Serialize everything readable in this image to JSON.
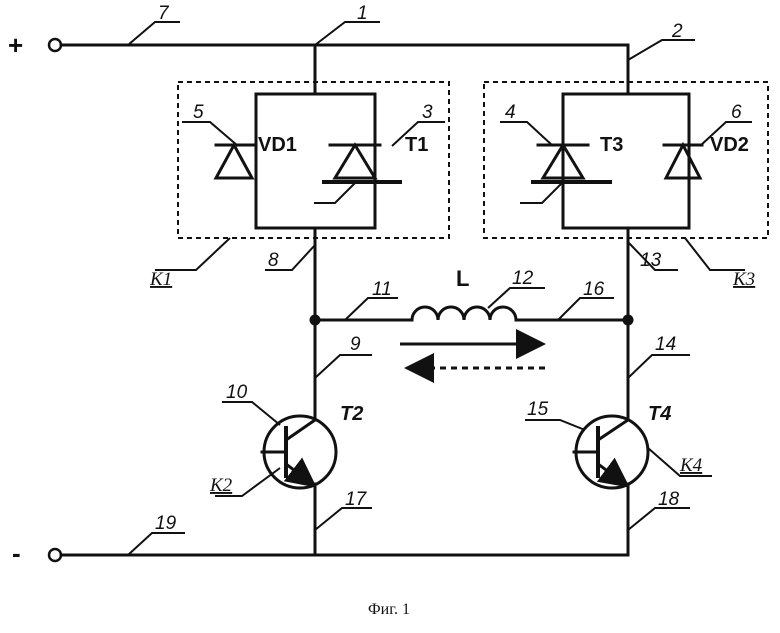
{
  "terminals": {
    "plus": "+",
    "minus": "-"
  },
  "labels": {
    "vd1": "VD1",
    "t1": "T1",
    "t3": "T3",
    "vd2": "VD2",
    "t2": "T2",
    "t4": "T4",
    "inductor": "L",
    "k1": "K1",
    "k2": "K2",
    "k3": "K3",
    "k4": "K4"
  },
  "leaders": {
    "n1": "1",
    "n2": "2",
    "n3": "3",
    "n4": "4",
    "n5": "5",
    "n6": "6",
    "n7": "7",
    "n8": "8",
    "n9": "9",
    "n10": "10",
    "n11": "11",
    "n12": "12",
    "n13": "13",
    "n14": "14",
    "n15": "15",
    "n16": "16",
    "n17": "17",
    "n18": "18",
    "n19": "19"
  },
  "caption": "Фиг. 1"
}
